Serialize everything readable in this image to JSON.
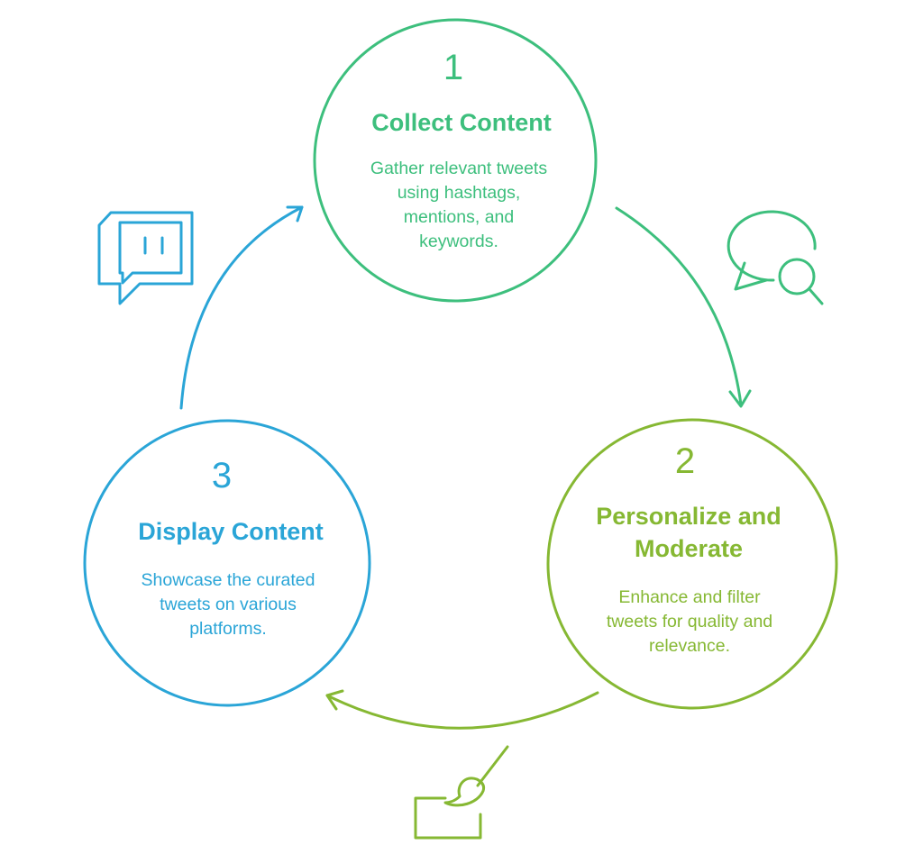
{
  "colors": {
    "step1": "#3dbf7d",
    "step2": "#86b833",
    "step3": "#2aa5d7"
  },
  "steps": [
    {
      "number": "1",
      "title": "Collect Content",
      "description": [
        "Gather relevant tweets",
        "using hashtags,",
        "mentions, and",
        "keywords."
      ],
      "icon": "chat-search-icon"
    },
    {
      "number": "2",
      "title": [
        "Personalize and",
        "Moderate"
      ],
      "description": [
        "Enhance and filter",
        "tweets for quality and",
        "relevance."
      ],
      "icon": "paintbrush-icon"
    },
    {
      "number": "3",
      "title": "Display Content",
      "description": [
        "Showcase the curated",
        "tweets on various",
        "platforms."
      ],
      "icon": "twitch-chat-icon"
    }
  ]
}
